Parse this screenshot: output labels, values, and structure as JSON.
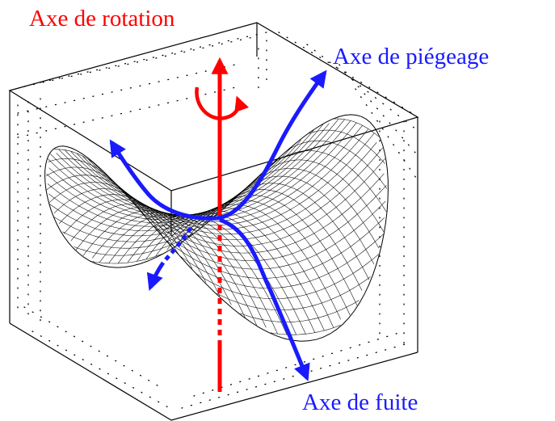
{
  "labels": {
    "rotation_axis": "Axe de rotation",
    "trapping_axis": "Axe de piégeage",
    "escape_axis": "Axe de fuite"
  },
  "colors": {
    "rotation_axis": "#ff0000",
    "trapping_axis": "#1a1aff",
    "escape_axis": "#1a1aff",
    "mesh": "#000000"
  }
}
